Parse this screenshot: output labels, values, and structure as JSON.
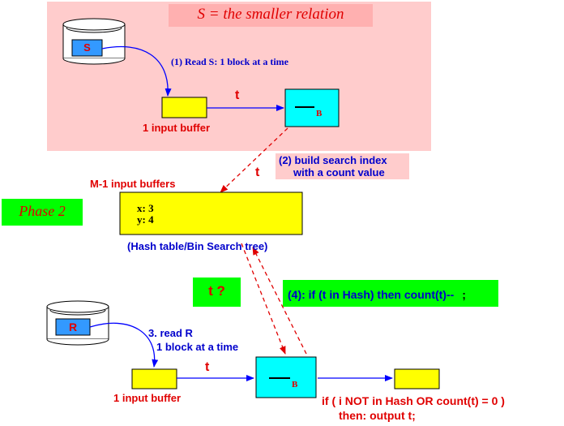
{
  "phase1": {
    "title": "S = the smaller relation",
    "relation_label": "S",
    "read_step": "(1) Read S: 1 block at a time",
    "input_buffer_label": "1 input buffer",
    "tuple_label": "t",
    "output_bar_label": "B",
    "build_step_line1": "(2) build search index",
    "build_step_line2": "with a count value"
  },
  "phase2": {
    "label": "Phase 2",
    "tuple_label": "t",
    "buffers_label": "M-1 input buffers",
    "hash_entries": [
      "x: 3",
      "y: 4"
    ],
    "structure_label": "(Hash table/Bin Search tree)",
    "probe_label": "t ?",
    "step4_label": "(4): if (t in Hash) then count(t)--",
    "step4_suffix": ";",
    "relation_label": "R",
    "read_step_line1": "3. read R",
    "read_step_line2": "1 block at a time",
    "input_buffer_label": "1 input buffer",
    "tuple_label_bottom": "t",
    "output_bar_label": "B",
    "output_condition_line1": "if ( i NOT in Hash OR count(t) = 0 )",
    "output_condition_line2": "then: output t;"
  },
  "colors": {
    "pink_panel": "#ffcccc",
    "yellow": "#ffff00",
    "cyan": "#00ffff",
    "green": "#00ff00",
    "blue_text": "#0000cc",
    "red_text": "#e00000",
    "arrow_blue": "#0000ff"
  }
}
